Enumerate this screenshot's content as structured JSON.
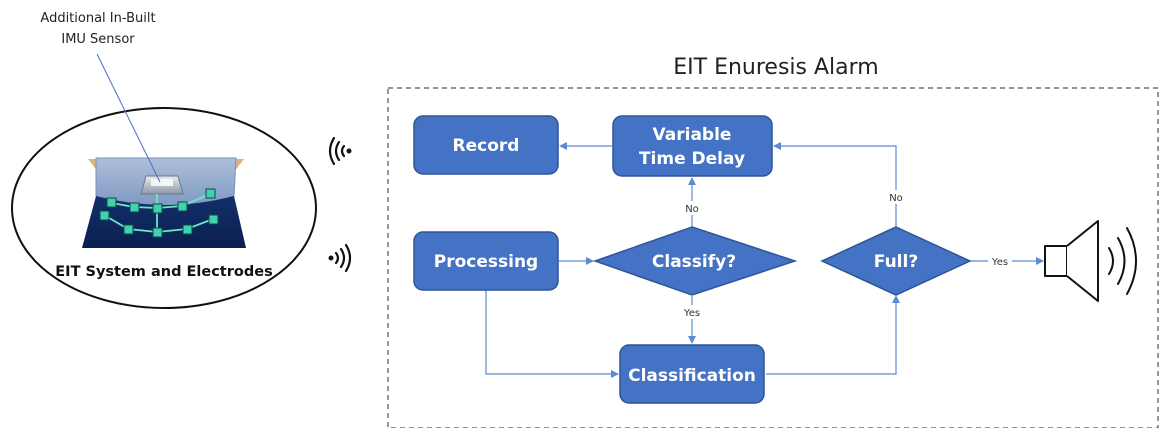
{
  "title": "EIT Enuresis Alarm",
  "device": {
    "label": "EIT System and Electrodes",
    "annotation_line1": "Additional In-Built",
    "annotation_line2": "IMU Sensor"
  },
  "nodes": {
    "record": "Record",
    "delay_line1": "Variable",
    "delay_line2": "Time Delay",
    "processing": "Processing",
    "classify": "Classify?",
    "full": "Full?",
    "classification": "Classification"
  },
  "edges": {
    "classify_no": "No",
    "classify_yes": "Yes",
    "full_no": "No",
    "full_yes": "Yes"
  },
  "colors": {
    "node_fill": "#4472c4",
    "node_stroke": "#2f5597",
    "arrow": "#5b8bd0",
    "frame": "#44546a"
  }
}
